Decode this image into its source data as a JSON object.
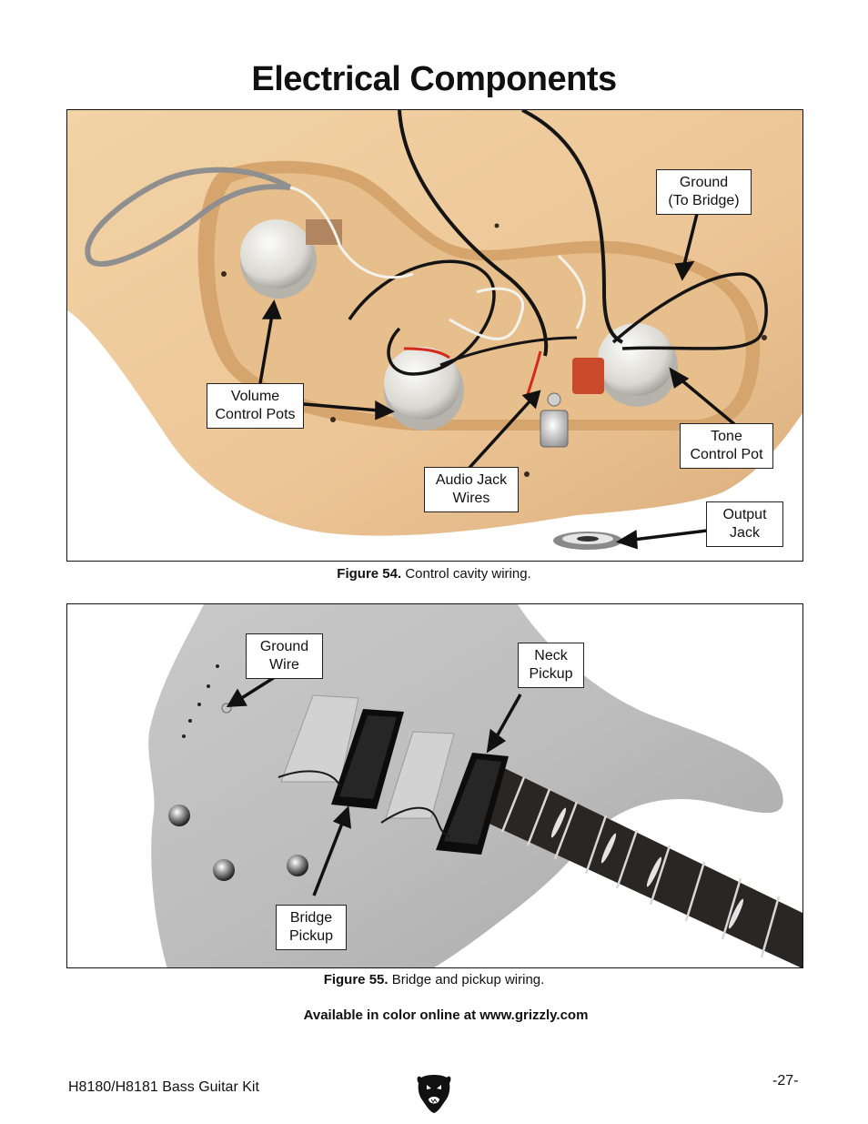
{
  "page": {
    "title": "Electrical Components",
    "availability_note": "Available in color online at www.grizzly.com",
    "footer_left": "H8180/H8181 Bass Guitar Kit",
    "page_number": "-27-",
    "logo_icon": "bear-head-logo-icon"
  },
  "figure54": {
    "caption_bold": "Figure 54.",
    "caption_text": " Control cavity wiring.",
    "callouts": {
      "ground": [
        "Ground",
        "(To Bridge)"
      ],
      "volume": [
        "Volume",
        "Control Pots"
      ],
      "tone": [
        "Tone",
        "Control Pot"
      ],
      "audio_jack": [
        "Audio Jack",
        "Wires"
      ],
      "output_jack": [
        "Output",
        "Jack"
      ]
    }
  },
  "figure55": {
    "caption_bold": "Figure 55.",
    "caption_text": " Bridge and pickup wiring.",
    "callouts": {
      "ground_wire": [
        "Ground",
        "Wire"
      ],
      "neck_pickup": [
        "Neck",
        "Pickup"
      ],
      "bridge_pickup": [
        "Bridge",
        "Pickup"
      ]
    }
  },
  "colors": {
    "wood": "#ecc89a",
    "cavity": "#dcae7a",
    "gray_body": "#b9b9b9",
    "pickup": "#0c0c0c",
    "fretboard": "#2a2624"
  }
}
